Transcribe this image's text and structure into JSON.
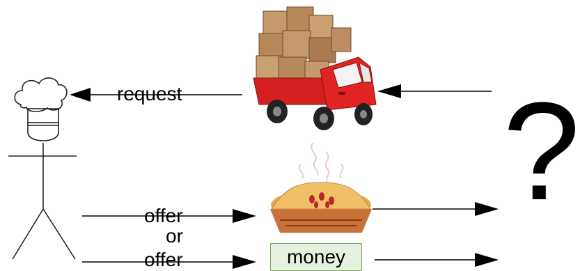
{
  "labels": {
    "request": "request",
    "offer_top": "offer",
    "or": "or",
    "offer_bottom": "offer",
    "money": "money",
    "unknown": "?"
  },
  "icons": {
    "person": "chef-stick-figure-icon",
    "truck": "delivery-truck-icon",
    "pie": "pie-icon"
  },
  "colors": {
    "truck_red": "#d42020",
    "box_brown": "#b98a5e",
    "pie_crust": "#d9963e",
    "money_fill": "#e6f1df"
  }
}
